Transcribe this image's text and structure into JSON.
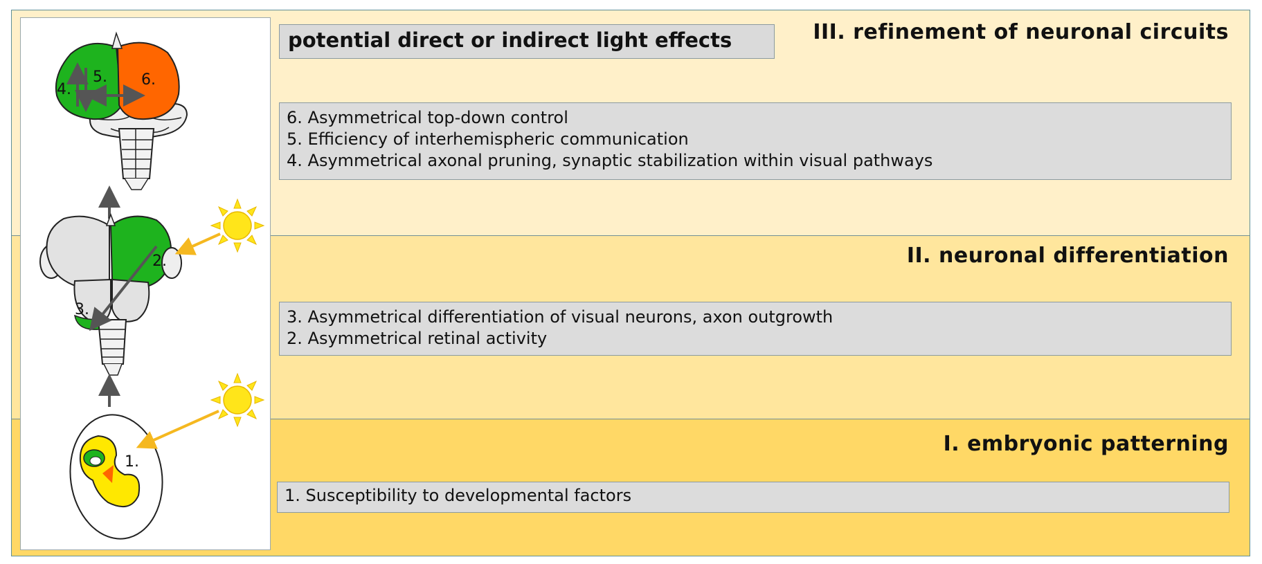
{
  "legend": {
    "light_effects_label": "potential direct or indirect light effects"
  },
  "stages": [
    {
      "title": "III. refinement of neuronal circuits",
      "items": [
        "6. Asymmetrical top-down control",
        "5. Efficiency of interhemispheric communication",
        "4. Asymmetrical axonal pruning, synaptic stabilization within visual pathways"
      ]
    },
    {
      "title": "II. neuronal differentiation",
      "items": [
        "3. Asymmetrical differentiation of visual neurons, axon outgrowth",
        "2. Asymmetrical retinal activity"
      ]
    },
    {
      "title": "I. embryonic patterning",
      "items": [
        "1. Susceptibility to developmental factors"
      ]
    }
  ],
  "diagram_labels": {
    "label_1": "1.",
    "label_2": "2.",
    "label_3": "3.",
    "label_4": "4.",
    "label_5": "5.",
    "label_6": "6."
  },
  "colors": {
    "stage_iii_bg": "#fff0c9",
    "stage_ii_bg": "#ffe69d",
    "stage_i_bg": "#ffd866",
    "green_region": "#1eb31e",
    "orange_region": "#ff6600",
    "sun": "#ffe51a",
    "light_arrow": "#f5b820",
    "gray_box": "#dcdcdc"
  }
}
